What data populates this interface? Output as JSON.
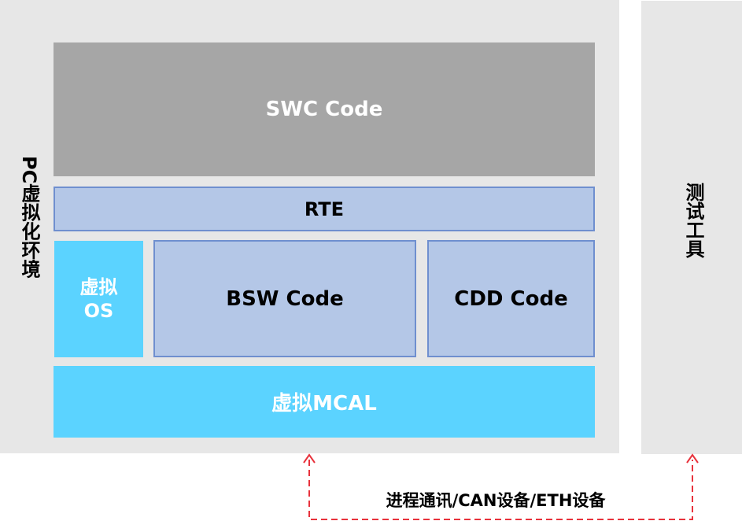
{
  "pc_environment": {
    "label_latin": "PC",
    "label_cjk": "虚拟化环境"
  },
  "test_tool": {
    "label": "测试工具"
  },
  "blocks": {
    "swc": {
      "label": "SWC Code"
    },
    "rte": {
      "label": "RTE"
    },
    "virtual_os": {
      "line1": "虚拟",
      "line2": "OS"
    },
    "bsw": {
      "label": "BSW Code"
    },
    "cdd": {
      "label": "CDD Code"
    },
    "mcal": {
      "label": "虚拟MCAL"
    }
  },
  "connection": {
    "label": "进程通讯/CAN设备/ETH设备",
    "style": "dashed-bidirectional",
    "color": "#e8323c"
  },
  "colors": {
    "panel_bg": "#e7e7e7",
    "swc_fill": "#a6a6a6",
    "layer_fill": "#b4c7e7",
    "layer_border": "#6f8fcf",
    "virtual_fill": "#5bd3ff"
  }
}
